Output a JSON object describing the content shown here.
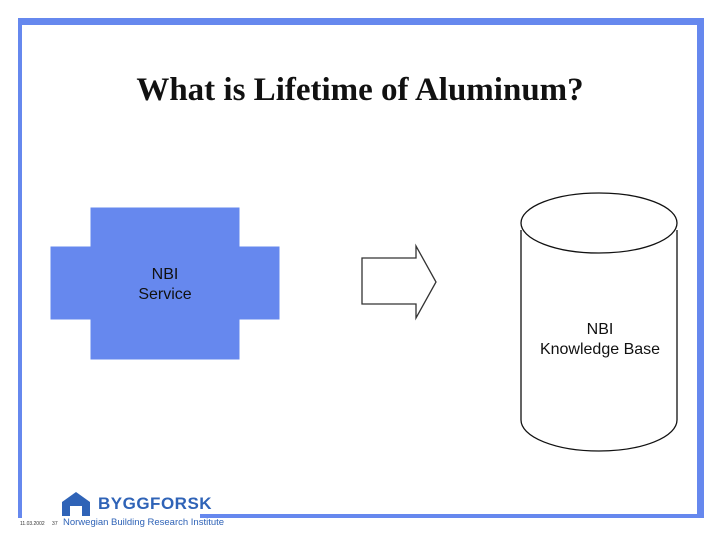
{
  "slide": {
    "title": "What is Lifetime of Aluminum?",
    "colors": {
      "frame": "#6688ee",
      "service_fill": "#6688ee",
      "text": "#111111",
      "logo": "#2f63b7"
    }
  },
  "diagram": {
    "service_label": "NBI\nService",
    "knowledge_base_label": "NBI\nKnowledge Base",
    "arrow_icon": "right-arrow-icon",
    "database_icon": "cylinder-database-icon"
  },
  "footer": {
    "logo_name": "BYGGFORSK",
    "logo_subtitle": "Norwegian Building Research Institute",
    "date_text": "11.03.2002",
    "page_number": "37"
  }
}
